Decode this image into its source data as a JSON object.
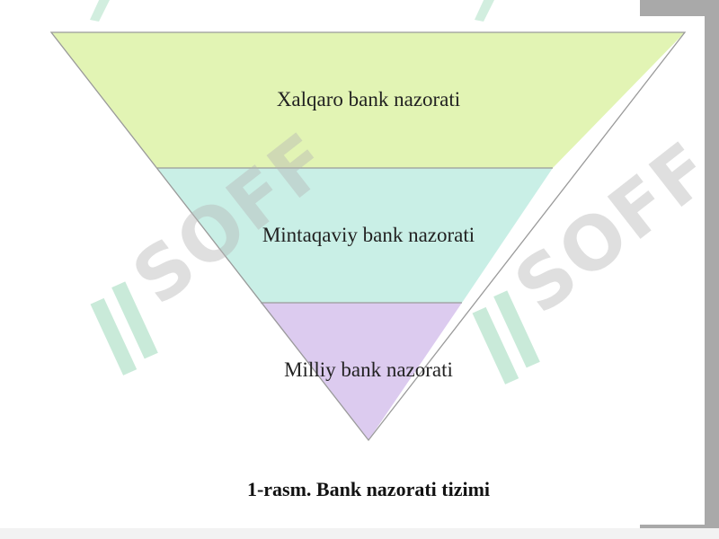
{
  "diagram": {
    "levels": [
      {
        "label": "Xalqaro  bank nazorati",
        "color": "#e2f4b4"
      },
      {
        "label": "Mintaqaviy  bank nazorati",
        "color": "#c9efe6"
      },
      {
        "label": "Milliy  bank nazorati",
        "color": "#dccbef"
      }
    ],
    "caption": "1-rasm. Bank nazorati tizimi"
  },
  "watermark": {
    "text": "SOFF",
    "text_color": "#b5b5b5",
    "mark_color": "#7fcfa5"
  },
  "colors": {
    "outline": "#9a9a9a",
    "gray_band": "#a9a9a9"
  }
}
